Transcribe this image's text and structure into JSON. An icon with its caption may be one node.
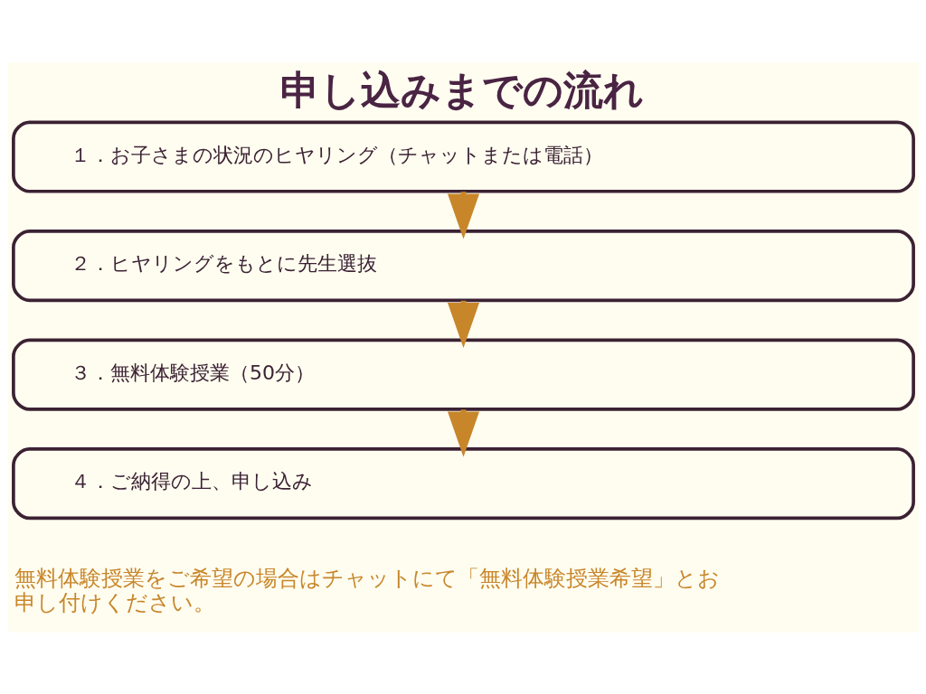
{
  "diagram": {
    "title": "申し込みまでの流れ",
    "nodes": [
      {
        "text": [
          "１．お子さまの状況のヒヤリング（チャットまたは電話）"
        ]
      },
      {
        "text": [
          "２．ヒヤリングをもとに先生選抜"
        ]
      },
      {
        "text": [
          "３．無料体験授業（50分）"
        ]
      },
      {
        "text": [
          "４．ご納得の上、申し込み"
        ]
      }
    ],
    "edges": [
      {
        "from": 0,
        "to": 1,
        "arrow": "to"
      },
      {
        "from": 1,
        "to": 2,
        "arrow": "to"
      },
      {
        "from": 2,
        "to": 3,
        "arrow": "to"
      }
    ],
    "labels": [
      "無料体験授業をご希望の場合はチャットにて「無料体験授業希望」とお申し付けください。"
    ]
  }
}
